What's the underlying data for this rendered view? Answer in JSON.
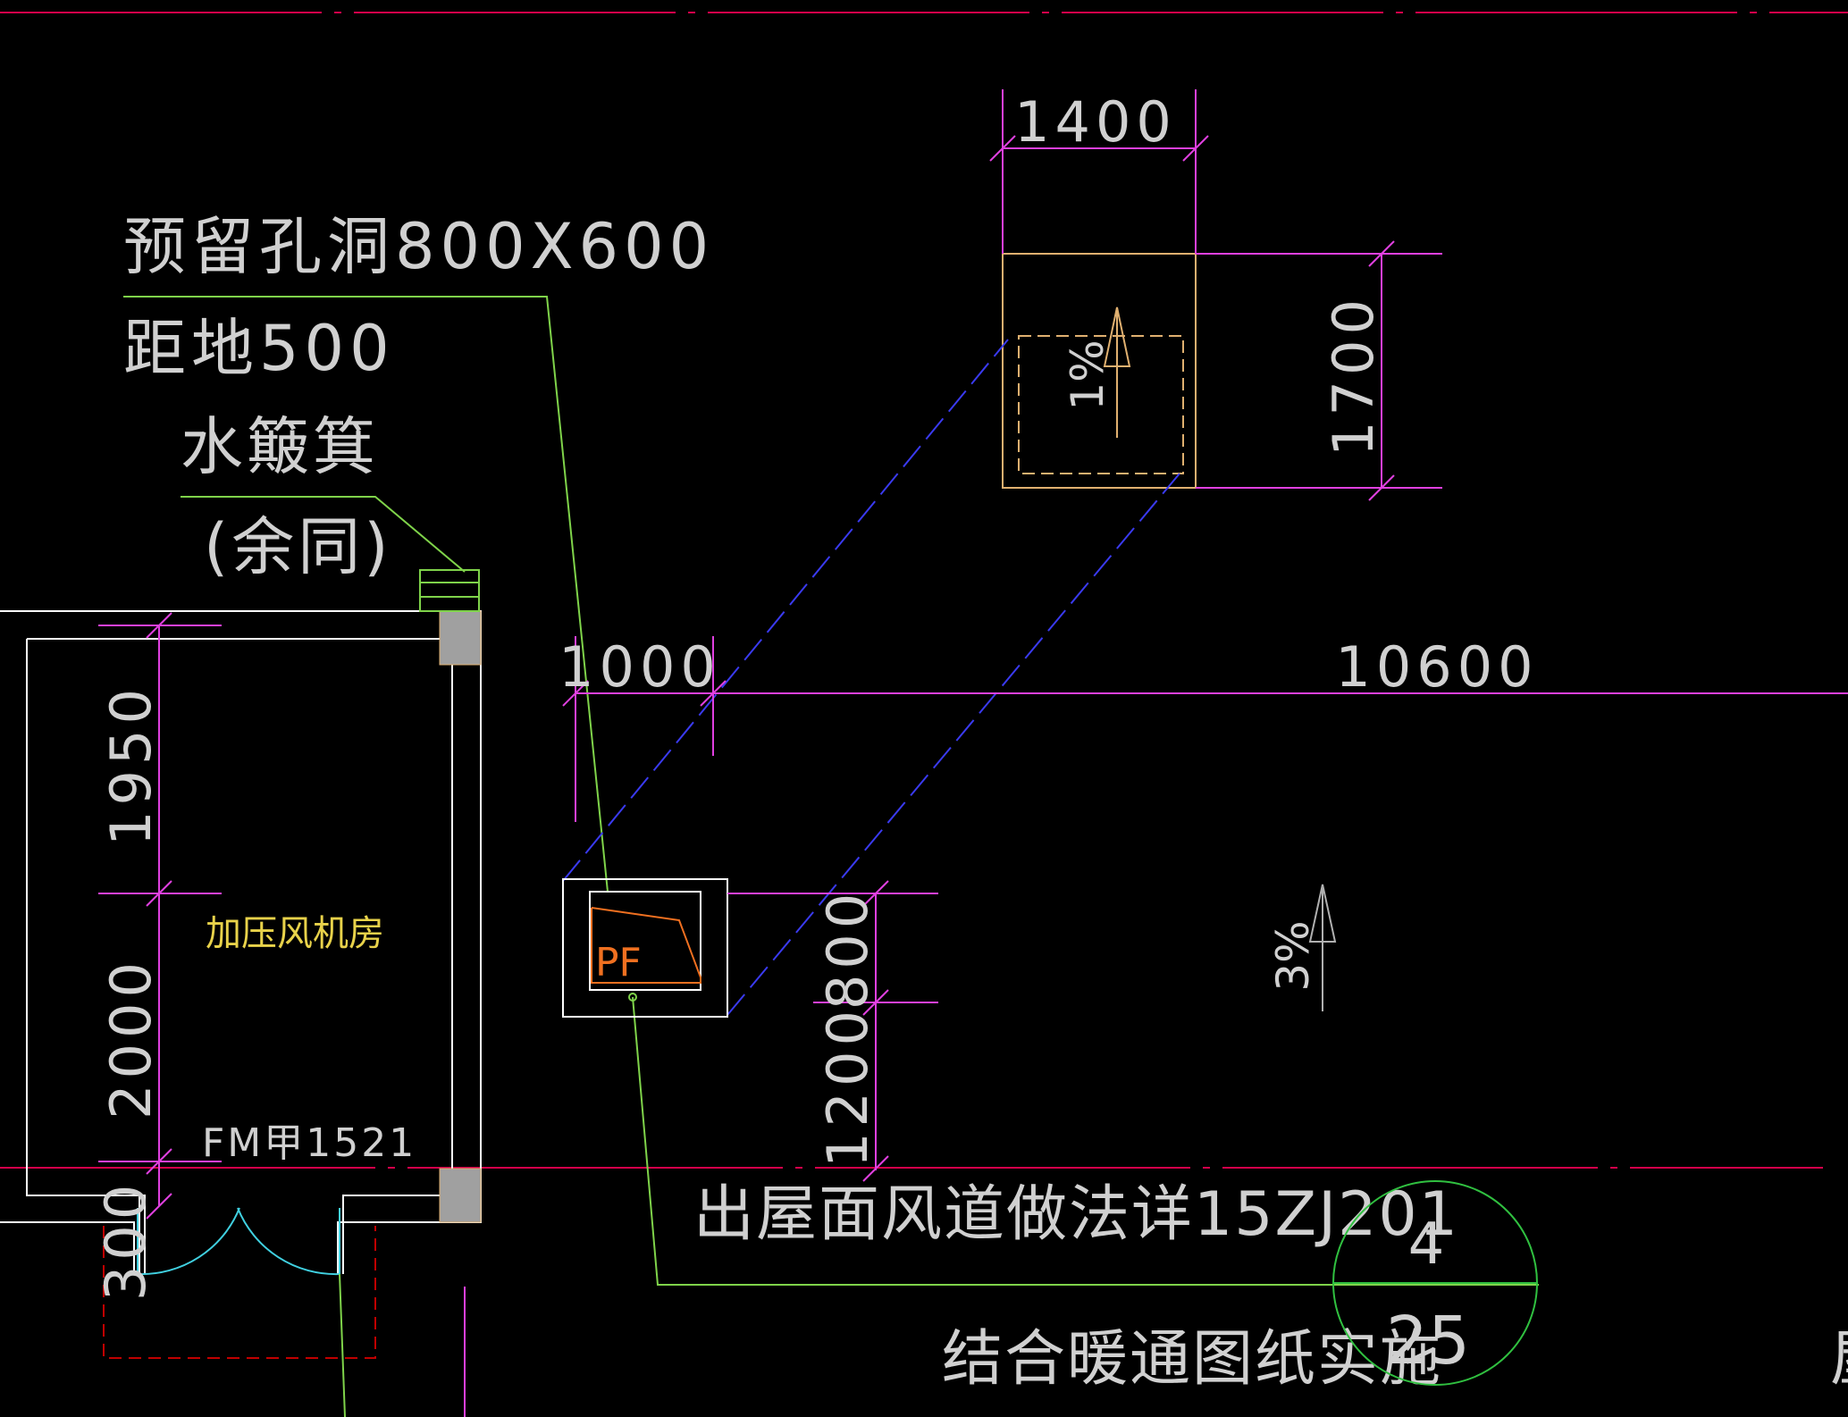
{
  "colors": {
    "background": "#000000",
    "axis_red": "#d2004a",
    "dimension_magenta": "#e040e0",
    "wall_white": "#ffffff",
    "leader_green": "#7fd34a",
    "duct_blue": "#3a3af0",
    "frame_orange": "#e0b070",
    "accent_orange": "#f07020",
    "door_cyan": "#40d0e0",
    "room_label_yellow": "#e8d24a",
    "text_grey": "#d0d0d0",
    "column_grey": "#a0a0a0",
    "marker_green": "#30c040",
    "dashed_red": "#c00000"
  },
  "annotations": {
    "opening": "预留孔洞800X600",
    "height_from_floor": "距地500",
    "water_grate": "水簸箕",
    "same_elsewhere": "(余同)",
    "room_name": "加压风机房",
    "door_tag": "FM甲1521",
    "equipment_tag": "PF",
    "duct_note": "出屋面风道做法详15ZJ201",
    "hvac_note": "结合暖通图纸实施",
    "edge_fragment": "屋"
  },
  "dimensions": {
    "d1400": "1400",
    "d1700": "1700",
    "d1000": "1000",
    "d10600": "10600",
    "d800": "800",
    "d1200": "1200",
    "d1950": "1950",
    "d2000": "2000",
    "d300": "300"
  },
  "slopes": {
    "upper": "1%",
    "lower": "3%"
  },
  "detail_marker": {
    "number": "4",
    "sheet": "25"
  }
}
